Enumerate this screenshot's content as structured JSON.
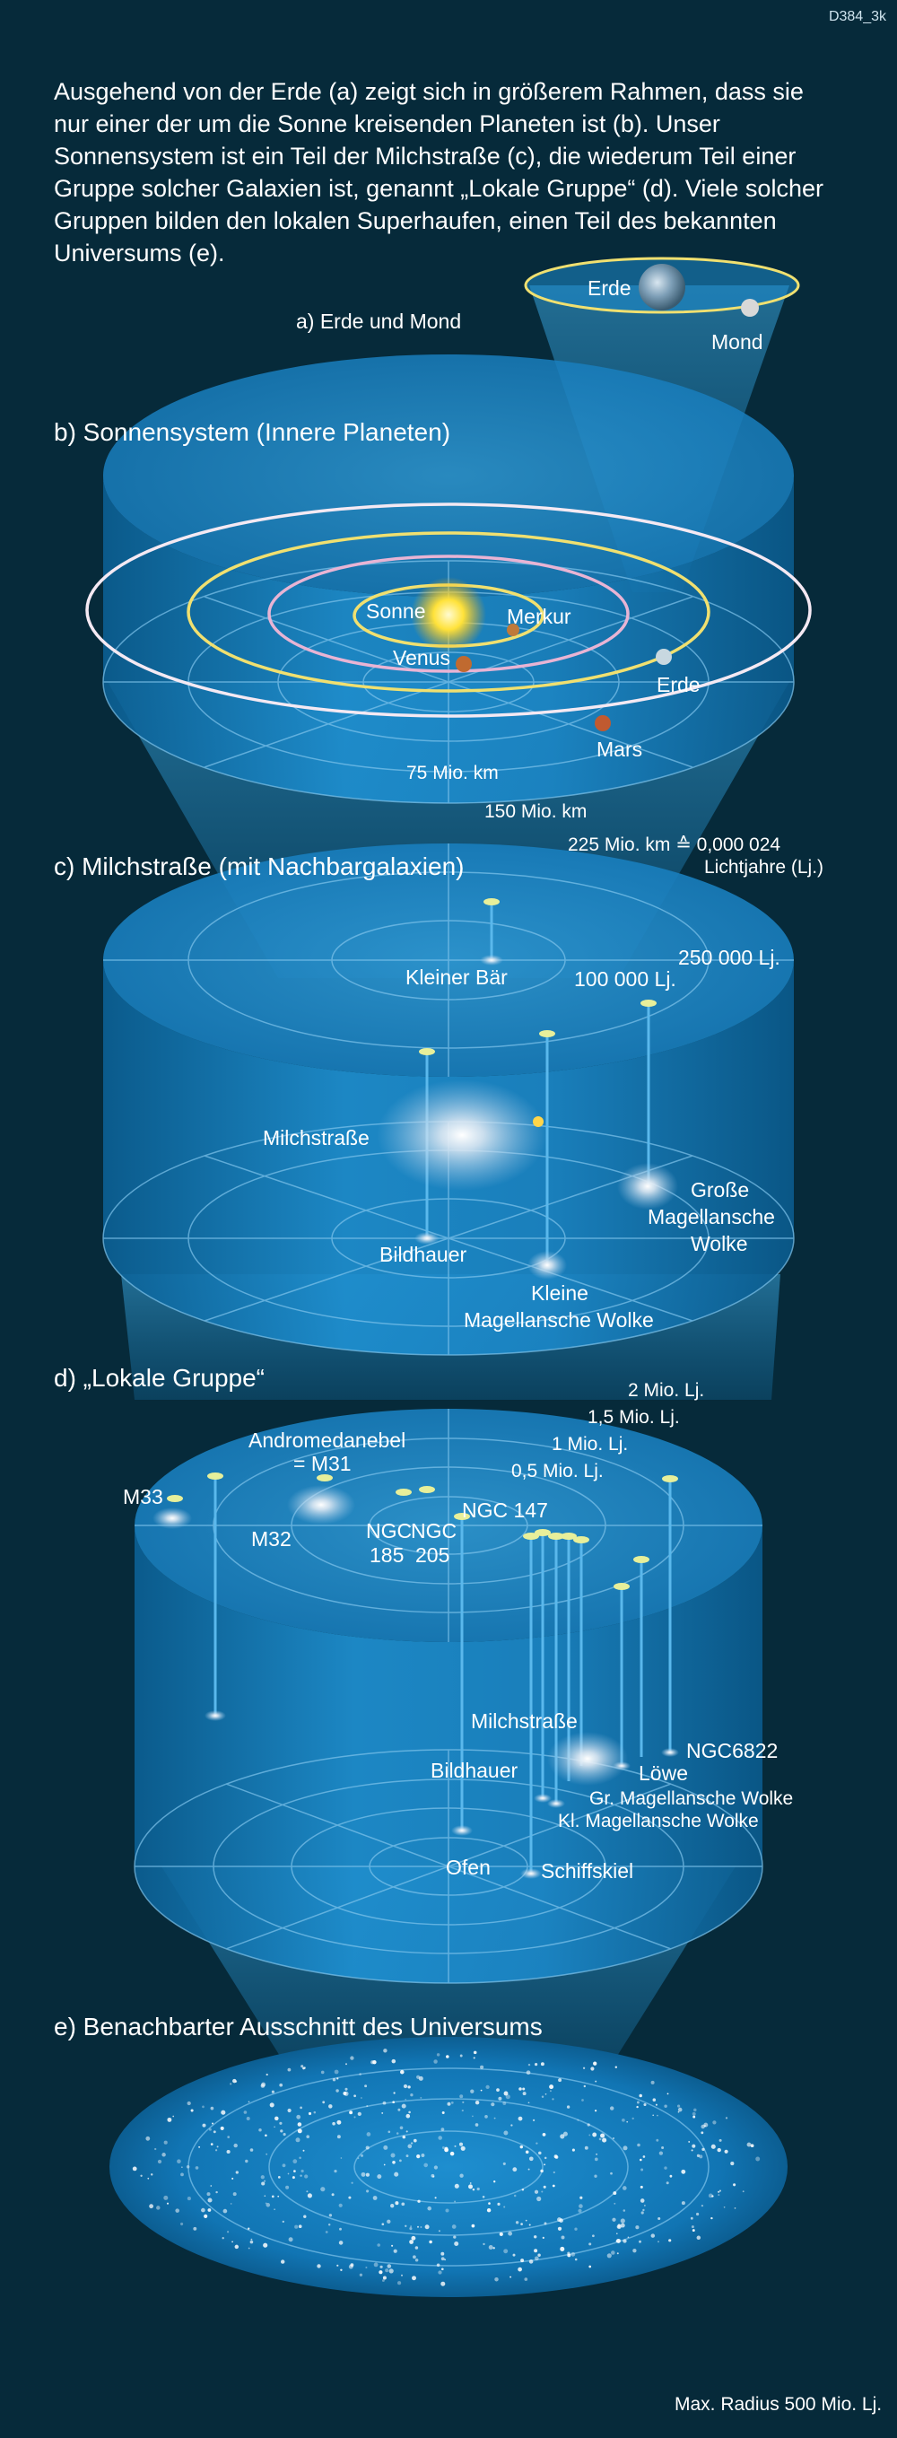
{
  "code": "D384_3k",
  "intro": "Ausgehend von der Erde (a) zeigt sich in größerem Rahmen, dass sie nur einer der um die Sonne kreisenden Planeten ist (b). Unser Sonnensystem ist ein Teil der Milchstraße (c), die wiederum Teil einer Gruppe solcher Galaxien ist, genannt „Lokale Gruppe“ (d). Viele solcher Gruppen bilden den lokalen Superhaufen, einen Teil des bekannten Universums (e).",
  "sections": {
    "a": {
      "title": "a) Erde und Mond",
      "labels": {
        "earth": "Erde",
        "moon": "Mond"
      }
    },
    "b": {
      "title": "b) Sonnensystem (Innere Planeten)",
      "labels": {
        "sun": "Sonne",
        "mercury": "Merkur",
        "venus": "Venus",
        "earth": "Erde",
        "mars": "Mars"
      },
      "distances": [
        "75 Mio. km",
        "150 Mio. km",
        "225 Mio. km ≙ 0,000 024",
        "Lichtjahre (Lj.)"
      ]
    },
    "c": {
      "title": "c) Milchstraße (mit Nachbargalaxien)",
      "labels": {
        "kleiner_baer": "Kleiner Bär",
        "r100k": "100 000 Lj.",
        "r250k": "250 000 Lj.",
        "milchstrasse": "Milchstraße",
        "bildhauer": "Bildhauer",
        "grosse_mw": [
          "Große",
          "Magellansche",
          "Wolke"
        ],
        "kleine_mw": [
          "Kleine",
          "Magellansche Wolke"
        ]
      }
    },
    "d": {
      "title": "d) „Lokale Gruppe“",
      "radii": [
        "2 Mio. Lj.",
        "1,5 Mio. Lj.",
        "1 Mio. Lj.",
        "0,5 Mio. Lj."
      ],
      "labels": {
        "andromeda": [
          "Andromedanebel",
          "= M31"
        ],
        "m33": "M33",
        "m32": "M32",
        "ngc185": [
          "NGC",
          "185"
        ],
        "ngc205": [
          "NGC",
          "205"
        ],
        "ngc147": "NGC 147",
        "milchstrasse": "Milchstraße",
        "bildhauer": "Bildhauer",
        "ngc6822": "NGC6822",
        "loewe": "Löwe",
        "gr_mw": "Gr. Magellansche Wolke",
        "kl_mw": "Kl. Magellansche Wolke",
        "ofen": "Ofen",
        "schiffskiel": "Schiffskiel"
      }
    },
    "e": {
      "title": "e) Benachbarter Ausschnitt des Universums",
      "radius": "Max. Radius 500 Mio. Lj."
    }
  },
  "colors": {
    "background": "#062a3a",
    "cylinder": "#0e78b6",
    "cylinder_light": "#3fa8e0",
    "orbit_yellow": "#f0e070",
    "orbit_pink": "#e8b4d4",
    "marker": "#e7ef9a"
  }
}
